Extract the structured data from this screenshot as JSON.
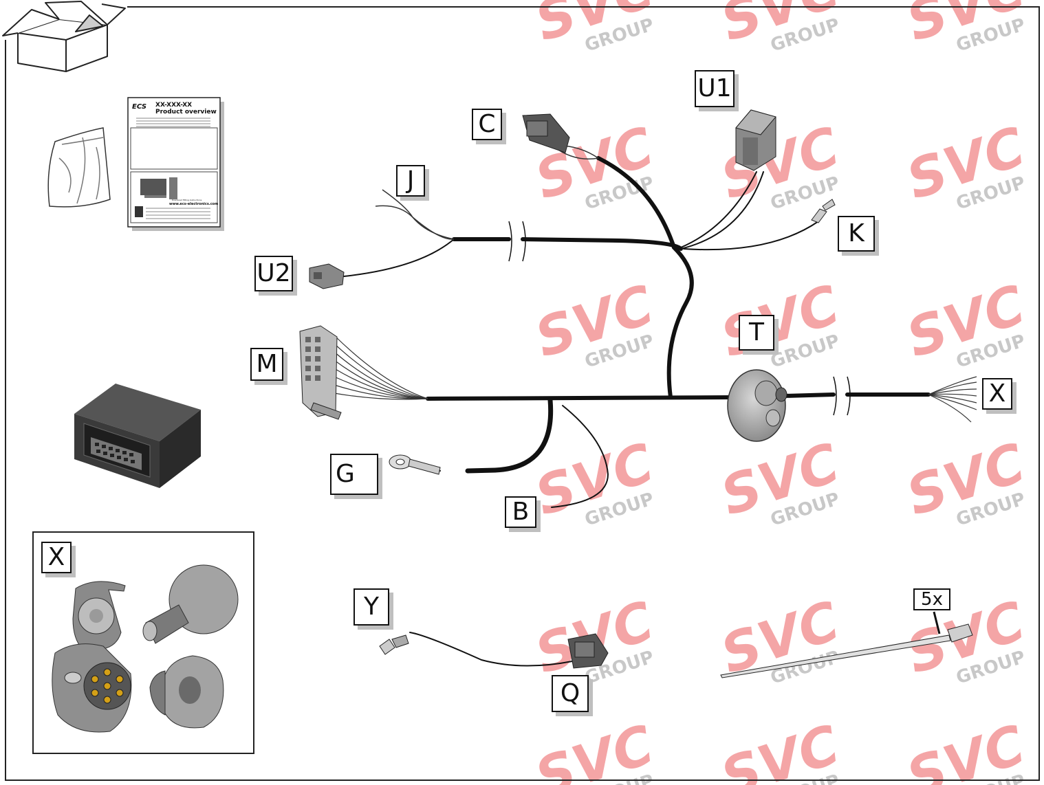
{
  "watermark": {
    "brand": "SVC",
    "sub": "GROUP",
    "color": "#e8474c"
  },
  "document": {
    "logo": "ECS",
    "code": "XX-XXX-XX",
    "title": "Product overview",
    "download_text": "Download fitting instructions",
    "url": "www.ecs-electronics.com"
  },
  "labels": {
    "C": "C",
    "U1": "U1",
    "J": "J",
    "K": "K",
    "U2": "U2",
    "T": "T",
    "M": "M",
    "X": "X",
    "G": "G",
    "B": "B",
    "X_inset": "X",
    "Y": "Y",
    "Q": "Q",
    "qty": "5x"
  },
  "colors": {
    "cable": "#111111",
    "label_shadow": "#bfbfbf",
    "part_grey": "#8a8a8a"
  }
}
